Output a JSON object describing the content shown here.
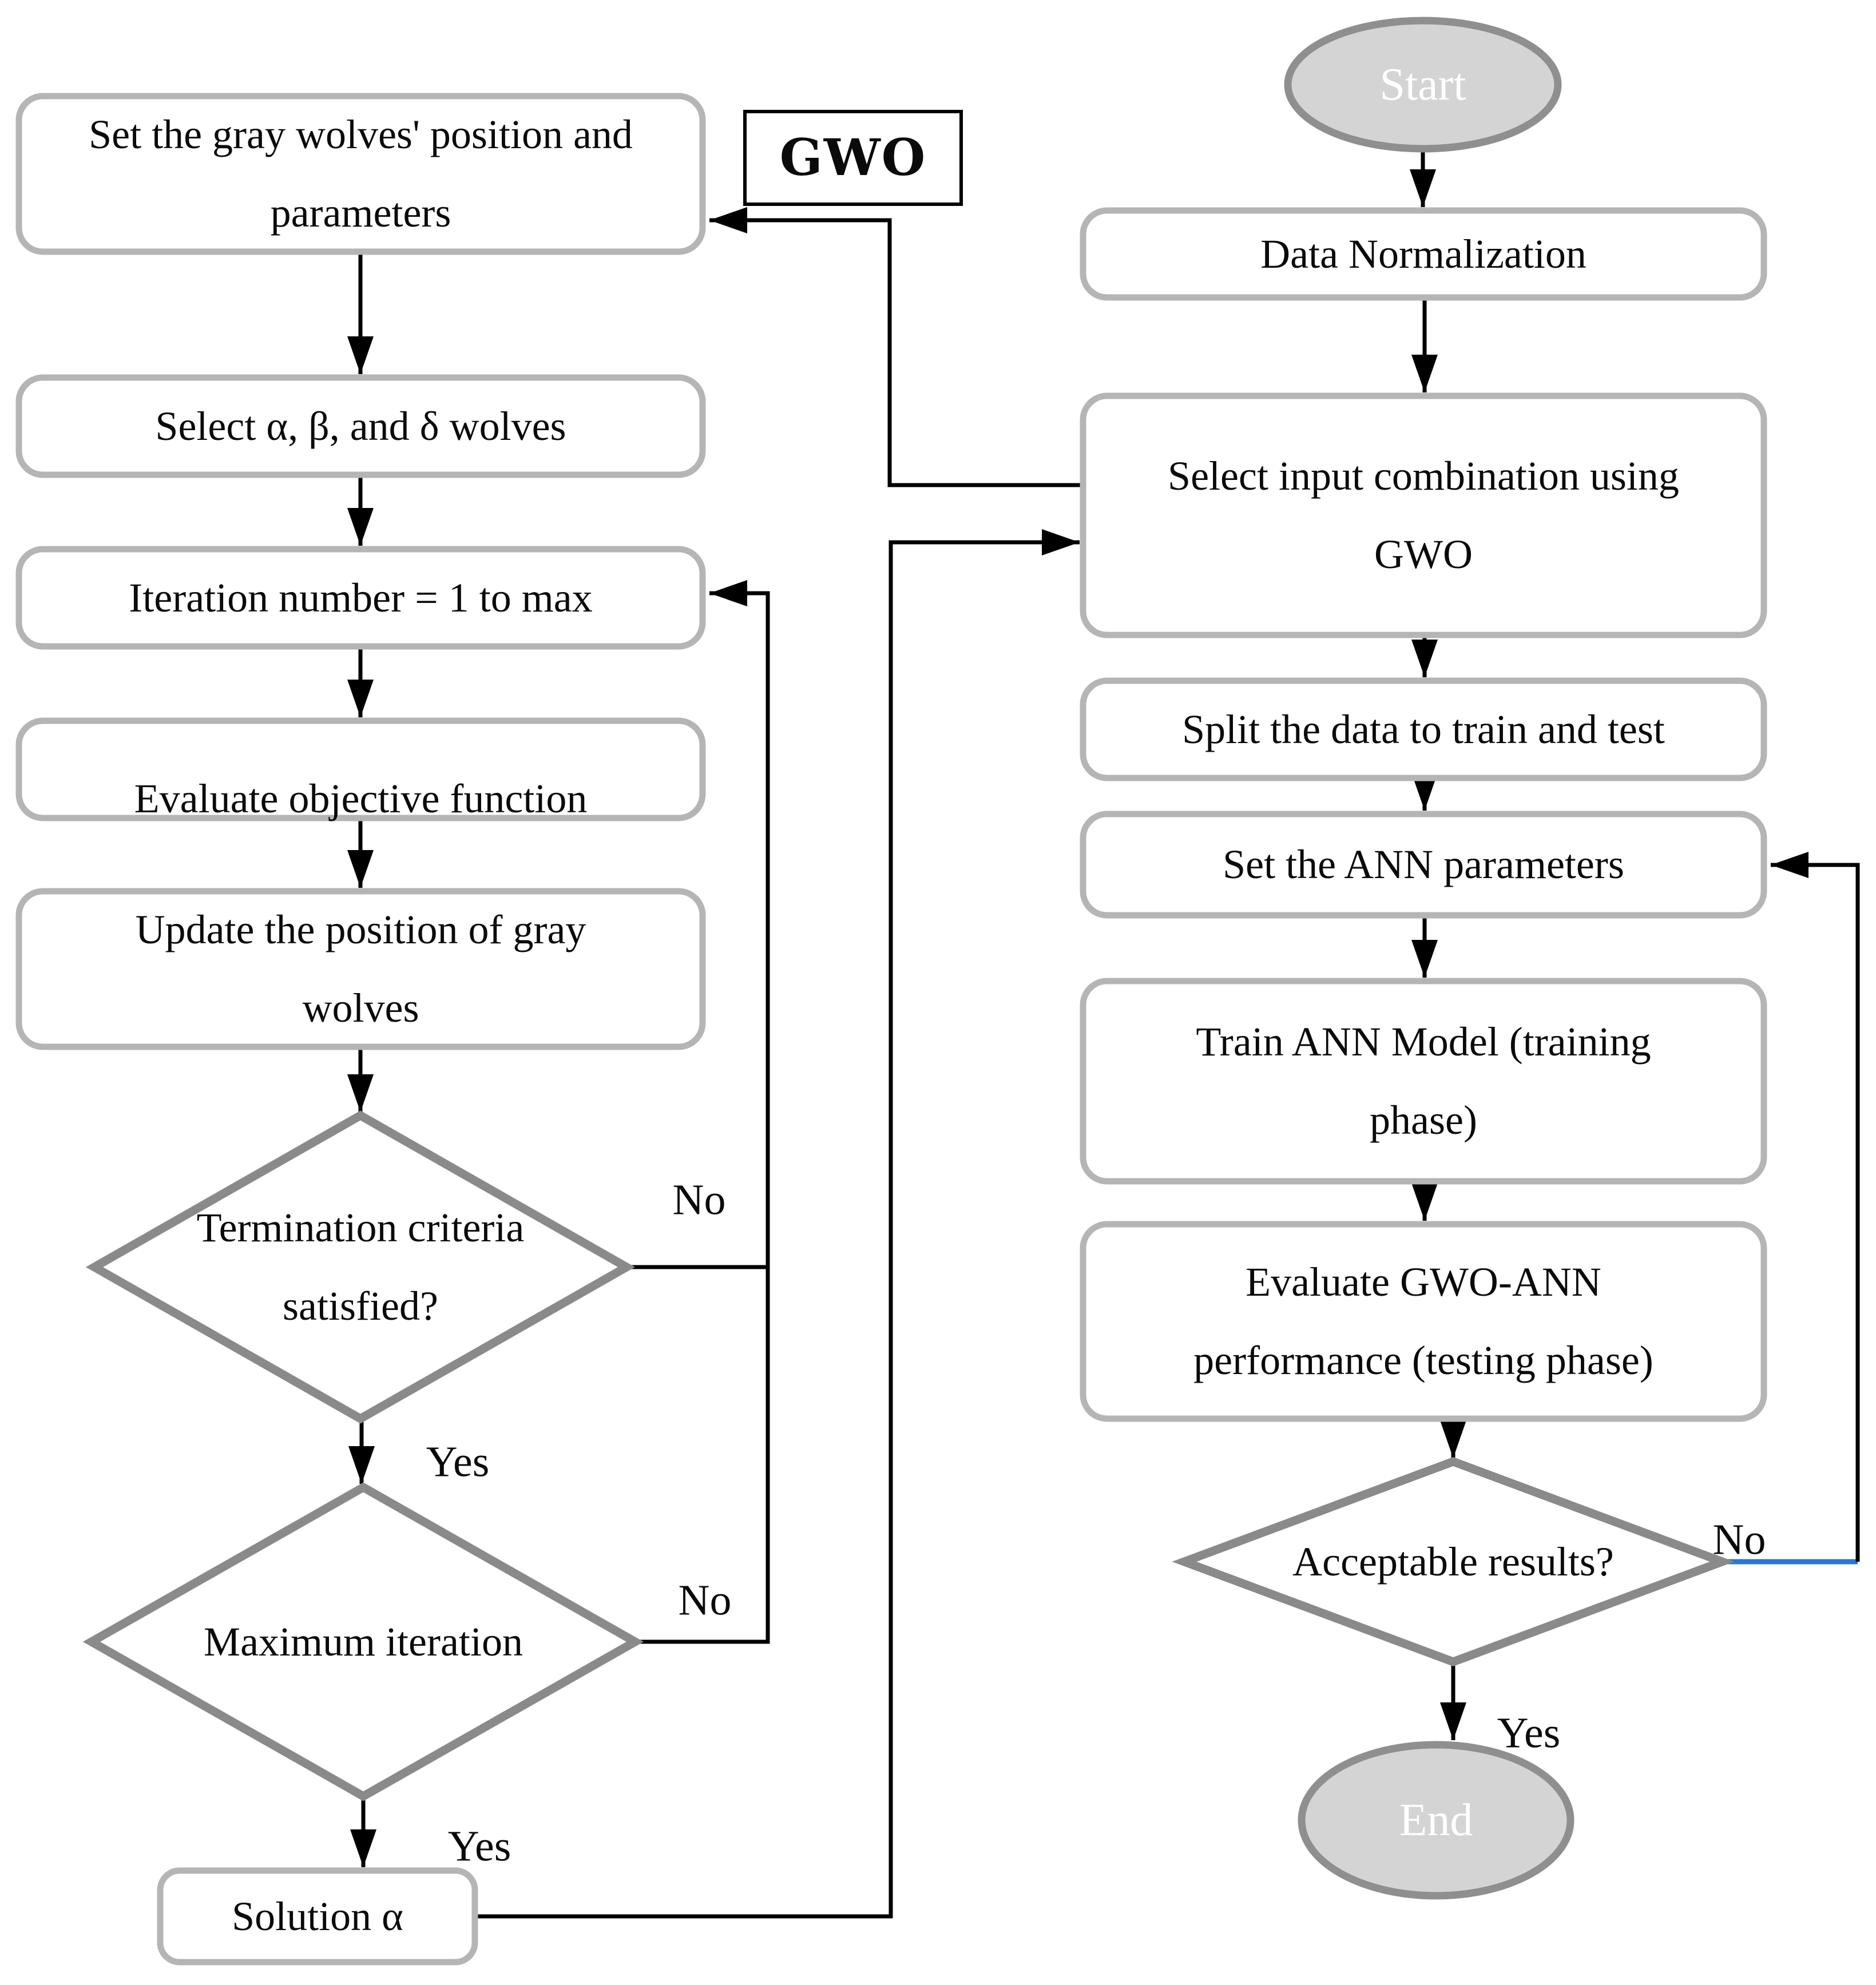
{
  "colors": {
    "process_border": "#b5b5b5",
    "decision_border": "#8a8a8a",
    "terminal_fill": "#d4d4d4",
    "terminal_border": "#8f8f8f",
    "connector": "#000000",
    "highlight_blue": "#2e77cc",
    "text": "#0a0a0a",
    "terminal_text": "#ffffff",
    "gwo_box_border": "#000000"
  },
  "flowchart": {
    "gwo_tag": "GWO",
    "terminals": {
      "start": "Start",
      "end": "End"
    },
    "gwo_steps": {
      "set_position": "Set the gray wolves' position and\nparameters",
      "select_wolves": "Select α, β, and δ wolves",
      "iteration": "Iteration number = 1 to max",
      "evaluate": "Evaluate objective function",
      "update_position": "Update the position of gray\nwolves",
      "solution": "Solution α"
    },
    "gwo_decisions": {
      "termination": "Termination criteria\nsatisfied?",
      "max_iteration": "Maximum iteration"
    },
    "ann_steps": {
      "normalization": "Data Normalization",
      "select_input": "Select input combination using\nGWO",
      "split_data": "Split the data to train and test",
      "set_params": "Set the ANN parameters",
      "train": "Train ANN Model (training\nphase)",
      "evaluate_performance": "Evaluate GWO-ANN\nperformance (testing phase)"
    },
    "ann_decisions": {
      "acceptable": "Acceptable results?"
    },
    "branch_labels": {
      "termination_no": "No",
      "termination_yes": "Yes",
      "max_iteration_no": "No",
      "max_iteration_yes": "Yes",
      "acceptable_no": "No",
      "acceptable_yes": "Yes"
    }
  }
}
